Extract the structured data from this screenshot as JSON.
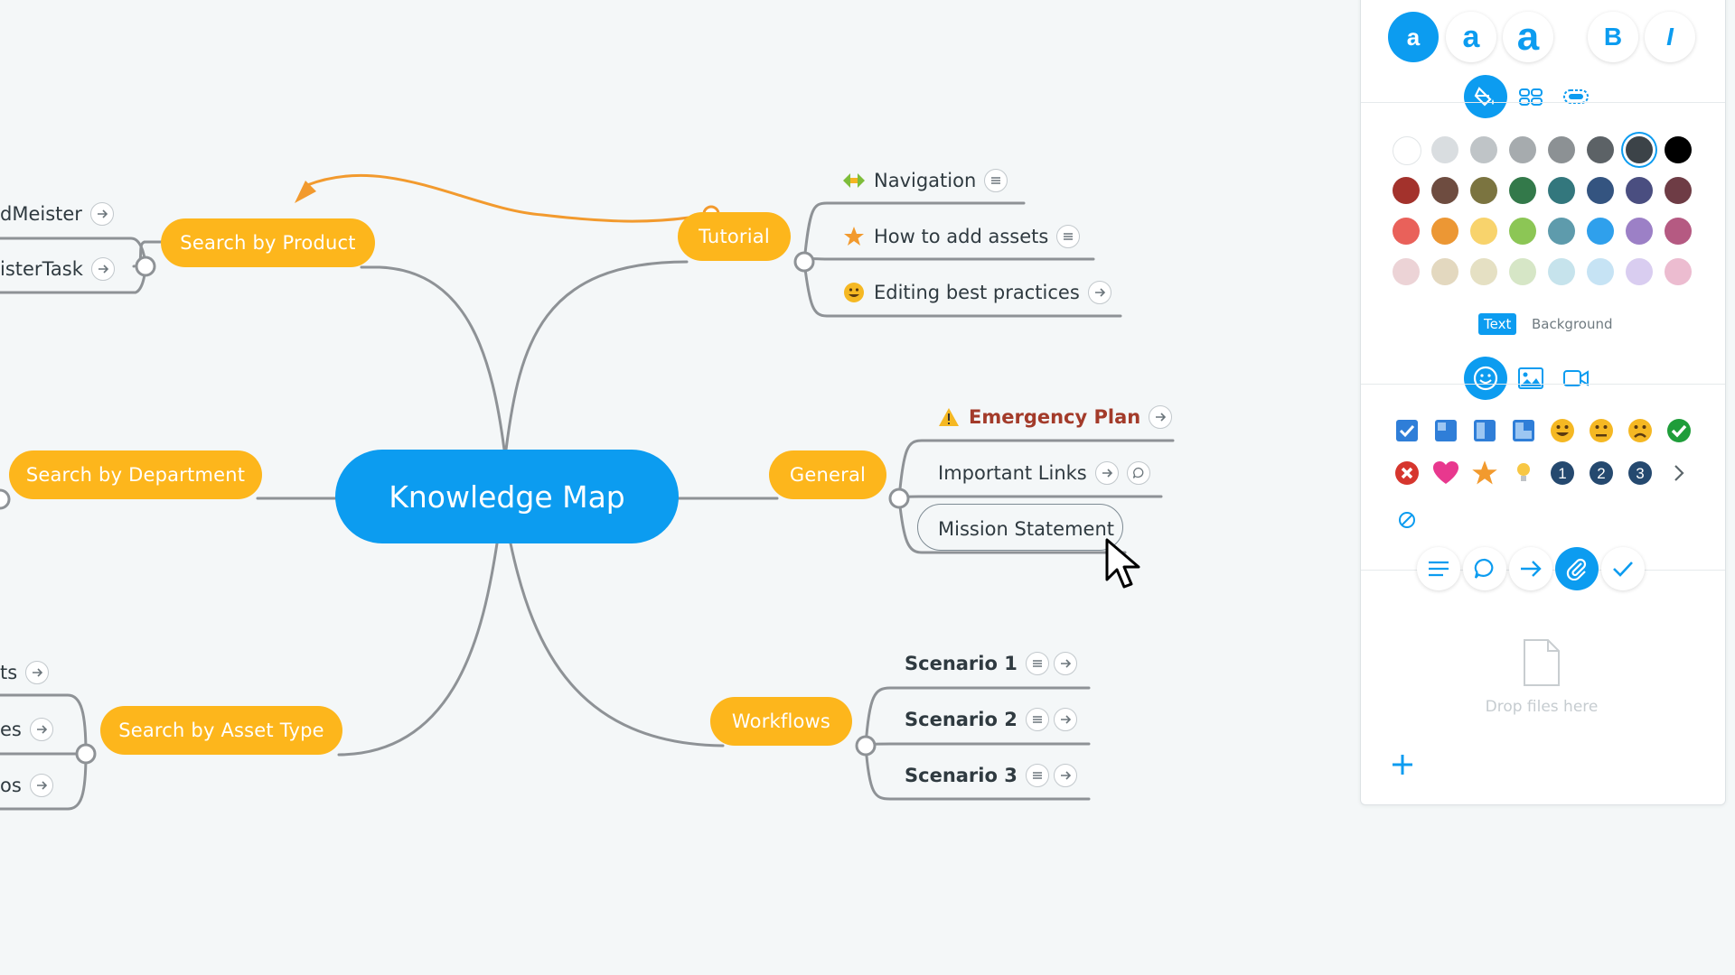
{
  "map": {
    "root_label": "Knowledge Map",
    "branches": {
      "search_by_product": "Search by Product",
      "search_by_department": "Search by Department",
      "search_by_asset_type": "Search by Asset Type",
      "tutorial": "Tutorial",
      "general": "General",
      "workflows": "Workflows"
    },
    "product_children": [
      "dMeister",
      "isterTask"
    ],
    "asset_type_children": [
      "ts",
      "es",
      "os"
    ],
    "tutorial_children": [
      "Navigation",
      "How to add assets",
      "Editing best practices"
    ],
    "general_children": [
      "Emergency Plan",
      "Important Links",
      "Mission Statement"
    ],
    "workflow_children": [
      "Scenario 1",
      "Scenario 2",
      "Scenario 3"
    ]
  },
  "panel": {
    "font_size_labels": [
      "a",
      "a",
      "a"
    ],
    "bold_label": "B",
    "italic_label": "I",
    "color_rows": [
      [
        "#ffffff",
        "#d9dde0",
        "#bfc4c7",
        "#a6abae",
        "#8c9194",
        "#5c6266",
        "#3c4348",
        "#000000"
      ],
      [
        "#a3322c",
        "#6e4c40",
        "#7b7440",
        "#33794a",
        "#33777d",
        "#345480",
        "#4a4e80",
        "#6e3c45"
      ],
      [
        "#e9615a",
        "#ec9734",
        "#f8d36c",
        "#8cc655",
        "#5e9bac",
        "#2fa0ec",
        "#9c80c6",
        "#b55a82"
      ],
      [
        "#ecd3d6",
        "#e3d8bf",
        "#e5e0c3",
        "#d6e6c6",
        "#c6e3ec",
        "#c6e3f4",
        "#d9cdf0",
        "#ecbcd0"
      ]
    ],
    "text_tab": "Text",
    "background_tab": "Background",
    "drop_files": "Drop files here",
    "accent": "#0c9cf0",
    "branch_color": "#fdb61c"
  }
}
